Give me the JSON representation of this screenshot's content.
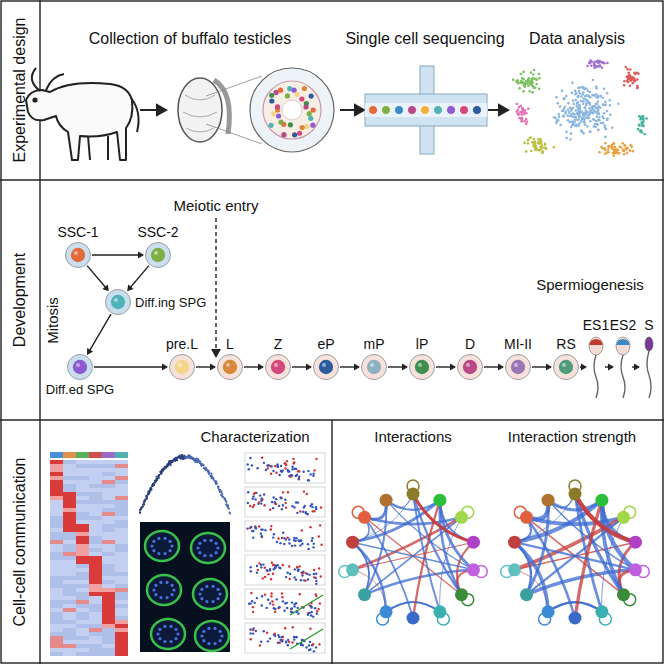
{
  "diagram": {
    "nodes": [
      {
        "text": [
          "Experimental design"
        ]
      },
      {
        "text": [
          "Development"
        ]
      },
      {
        "text": [
          "Cell-cell communication"
        ]
      },
      {
        "text": [
          "SSC-1"
        ],
        "in": 1
      },
      {
        "text": [
          "SSC-2"
        ],
        "in": 1
      },
      {
        "text": [
          "Diff.ing SPG"
        ],
        "in": 1
      },
      {
        "text": [
          "Diff.ed SPG"
        ],
        "in": 1
      },
      {
        "text": [
          "pre.L"
        ],
        "in": 1
      },
      {
        "text": [
          "L"
        ],
        "in": 1
      },
      {
        "text": [
          "Z"
        ],
        "in": 1
      },
      {
        "text": [
          "eP"
        ],
        "in": 1
      },
      {
        "text": [
          "mP"
        ],
        "in": 1
      },
      {
        "text": [
          "lP"
        ],
        "in": 1
      },
      {
        "text": [
          "D"
        ],
        "in": 1
      },
      {
        "text": [
          "MI-II"
        ],
        "in": 1
      },
      {
        "text": [
          "RS"
        ],
        "in": 1
      },
      {
        "text": [
          "ES1"
        ],
        "in": 1
      },
      {
        "text": [
          "ES2"
        ],
        "in": 1
      },
      {
        "text": [
          "S"
        ],
        "in": 1
      }
    ],
    "edges": [
      {
        "from": 3,
        "to": 4,
        "arrow": "to"
      },
      {
        "from": 3,
        "to": 5,
        "arrow": "to"
      },
      {
        "from": 4,
        "to": 5,
        "arrow": "to"
      },
      {
        "from": 5,
        "to": 6,
        "arrow": "to"
      },
      {
        "from": 6,
        "to": 7,
        "arrow": "to"
      },
      {
        "from": 7,
        "to": 8,
        "arrow": "to"
      },
      {
        "from": 8,
        "to": 9,
        "arrow": "to"
      },
      {
        "from": 9,
        "to": 10,
        "arrow": "to"
      },
      {
        "from": 10,
        "to": 11,
        "arrow": "to"
      },
      {
        "from": 11,
        "to": 12,
        "arrow": "to"
      },
      {
        "from": 12,
        "to": 13,
        "arrow": "to"
      },
      {
        "from": 13,
        "to": 14,
        "arrow": "to"
      },
      {
        "from": 14,
        "to": 15,
        "arrow": "to"
      },
      {
        "from": 15,
        "to": 16,
        "arrow": "to"
      },
      {
        "from": 16,
        "to": 17,
        "arrow": "to"
      },
      {
        "from": 17,
        "to": 18,
        "arrow": "to"
      }
    ],
    "labels": [
      "Collection of buffalo testicles",
      "Single cell sequencing",
      "Data analysis",
      "Meiotic entry",
      "Mitosis",
      "Spermiogenesis",
      "Characterization",
      "Interactions",
      "Interaction strength"
    ]
  }
}
